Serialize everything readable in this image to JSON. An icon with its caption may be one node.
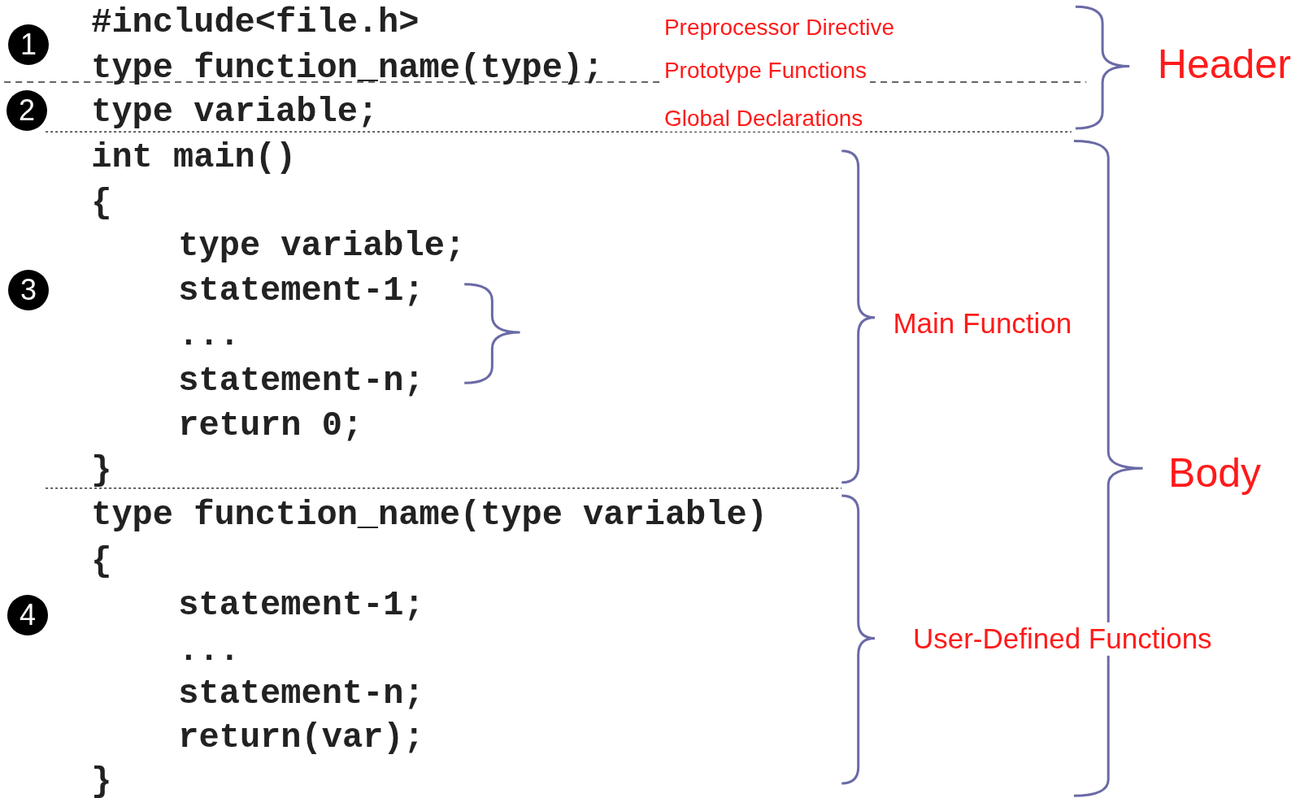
{
  "diagram": {
    "nodes": [
      {
        "text": [
          "1"
        ]
      },
      {
        "text": [
          "2"
        ]
      },
      {
        "text": [
          "3"
        ]
      },
      {
        "text": [
          "4"
        ]
      }
    ],
    "labels": [
      "#include<file.h>",
      "Preprocessor Directive",
      "type function_name(type);",
      "Prototype Functions",
      "Header",
      "type variable;",
      "Global Declarations",
      "int main()",
      "{",
      "type variable;",
      "statement-1;",
      "Main Function",
      "...",
      "statement-n;",
      "return 0;",
      "}",
      "Body",
      "type function_name(type variable)",
      "{",
      "statement-1;",
      "User-Defined Functions",
      "...",
      "statement-n;",
      "return(var);",
      "}"
    ]
  }
}
